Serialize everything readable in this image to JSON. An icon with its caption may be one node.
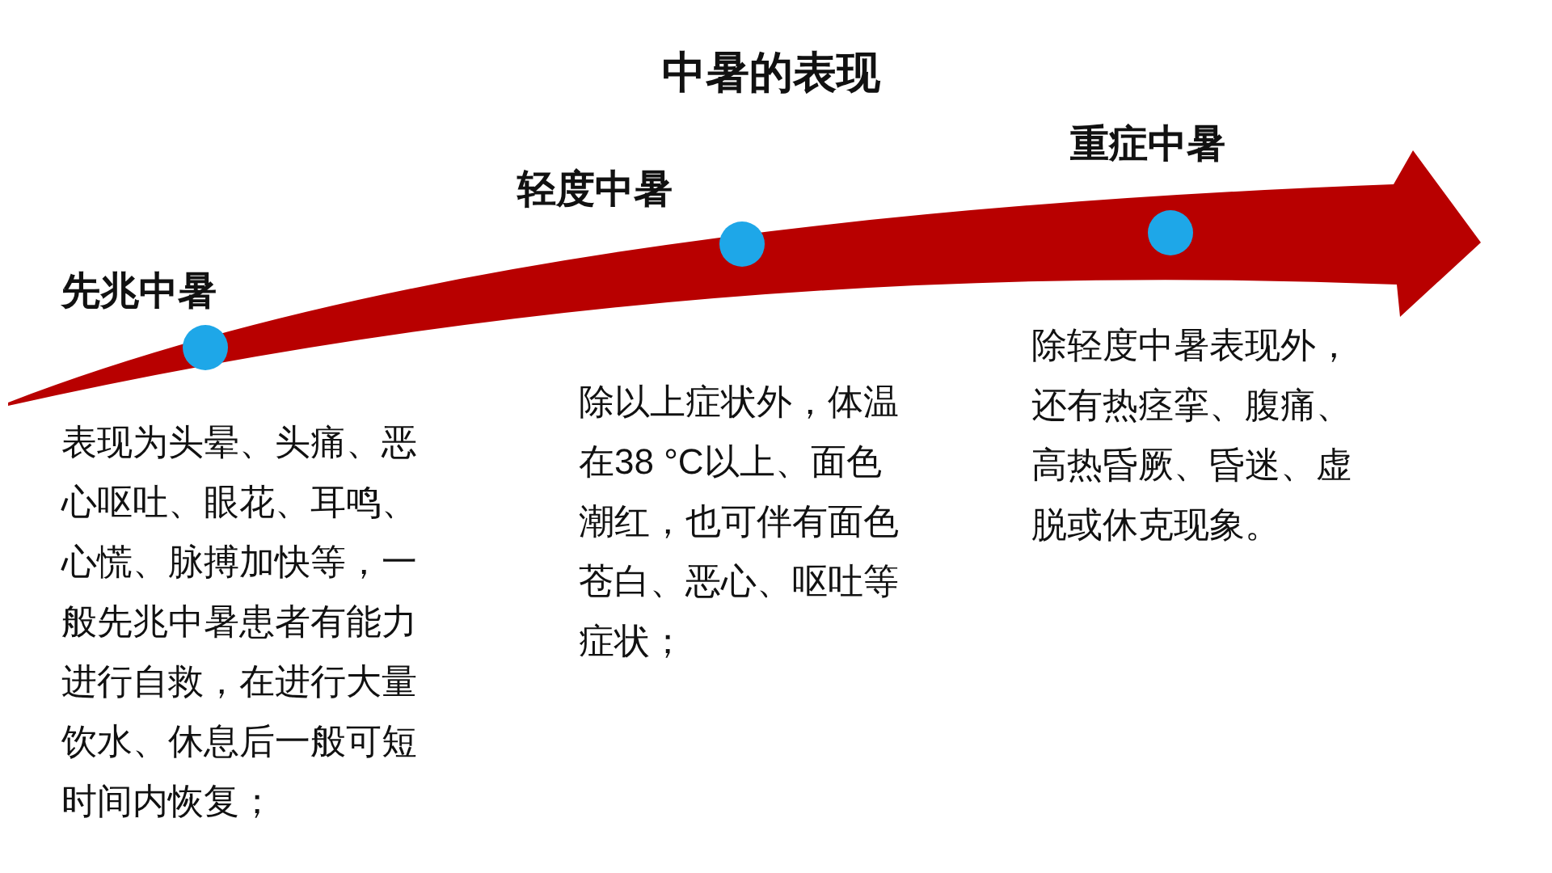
{
  "diagram": {
    "title": "中暑的表现",
    "nodes": [
      {
        "text": [],
        "shape": "circle",
        "beside": [
          "先兆中暑",
          "表现为头晕、头痛、恶心呕吐、眼花、耳鸣、心慌、脉搏加快等，一般先兆中暑患者有能力进行自救，在进行大量饮水、休息后一般可短时间内恢复；"
        ]
      },
      {
        "text": [],
        "shape": "circle",
        "beside": [
          "轻度中暑",
          "除以上症状外，体温在38 °C以上、面色潮红，也可伴有面色苍白、恶心、呕吐等症状；"
        ]
      },
      {
        "text": [],
        "shape": "circle",
        "beside": [
          "重症中暑",
          "除轻度中暑表现外，还有热痉挛、腹痛、高热昏厥、昏迷、虚脱或休克现象。"
        ]
      }
    ]
  }
}
